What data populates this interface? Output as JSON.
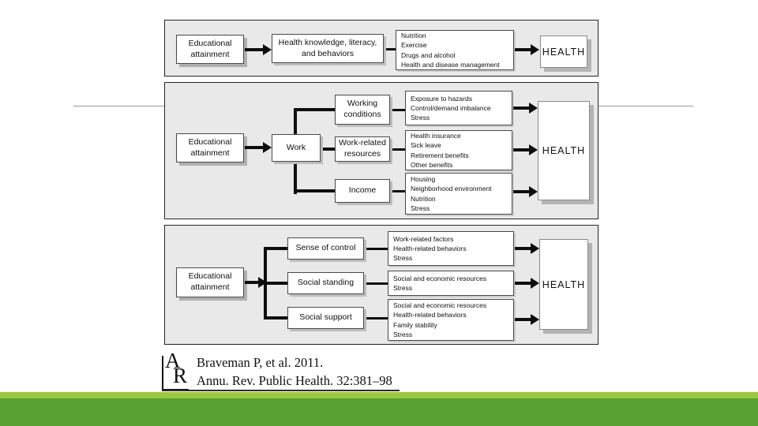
{
  "colors": {
    "panel_bg": "#e9e9e9",
    "panel_border": "#262626",
    "box_border": "#4a4a4a",
    "box_shadow": "#b0b0b0",
    "arrow_black": "#0d0d0d",
    "divider_gray": "#999999",
    "footer_green_dark": "#58a130",
    "footer_green_light": "#9cc83e"
  },
  "panel1": {
    "source": "Educational attainment",
    "mediator": "Health knowledge, literacy, and behaviors",
    "list": [
      "Nutrition",
      "Exercise",
      "Drugs and alcohol",
      "Health and disease management"
    ],
    "outcome": "HEALTH"
  },
  "panel2": {
    "source": "Educational attainment",
    "hub": "Work",
    "branch1": "Working conditions",
    "branch2": "Work-related resources",
    "branch3": "Income",
    "list1": [
      "Exposure to hazards",
      "Control/demand imbalance",
      "Stress"
    ],
    "list2": [
      "Health insurance",
      "Sick leave",
      "Retirement benefits",
      "Other benefits"
    ],
    "list3": [
      "Housing",
      "Neighborhood environment",
      "Nutrition",
      "Stress"
    ],
    "outcome": "HEALTH"
  },
  "panel3": {
    "source": "Educational attainment",
    "branch1": "Sense of control",
    "branch2": "Social standing",
    "branch3": "Social support",
    "list1": [
      "Work-related factors",
      "Health-related behaviors",
      "Stress"
    ],
    "list2": [
      "Social and economic resources",
      "Stress"
    ],
    "list3": [
      "Social and economic resources",
      "Health-related behaviors",
      "Family stability",
      "Stress"
    ],
    "outcome": "HEALTH"
  },
  "citation": {
    "line1": "Braveman P, et al. 2011.",
    "line2": "Annu. Rev. Public Health. 32:381–98",
    "logo_letter_top": "A",
    "logo_letter_bottom": "R"
  }
}
